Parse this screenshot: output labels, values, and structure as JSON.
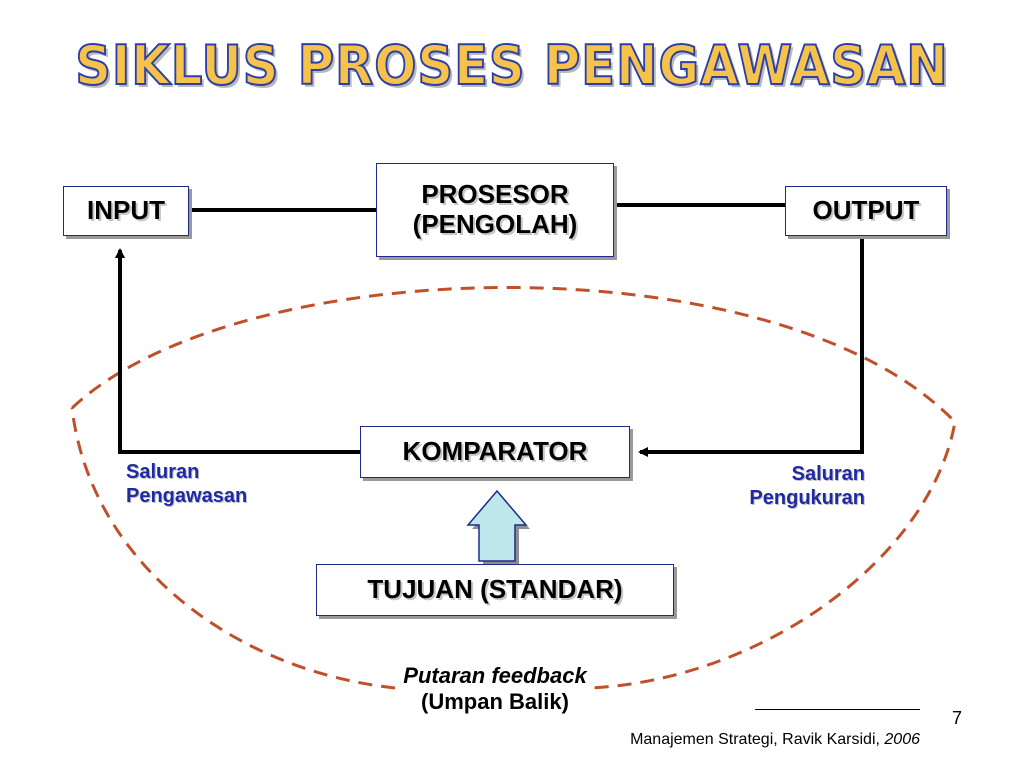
{
  "title": "SIKLUS PROSES PENGAWASAN",
  "nodes": {
    "input": "INPUT",
    "processor_line1": "PROSESOR",
    "processor_line2": "(PENGOLAH)",
    "output": "OUTPUT",
    "comparator": "KOMPARATOR",
    "goal": "TUJUAN (STANDAR)"
  },
  "labels": {
    "control_line1": "Saluran",
    "control_line2": "Pengawasan",
    "measure_line1": "Saluran",
    "measure_line2": "Pengukuran"
  },
  "feedback": {
    "line1": "Putaran feedback",
    "line2": "(Umpan Balik)"
  },
  "footer": {
    "source": "Manajemen Strategi, Ravik Karsidi,",
    "year": "2006",
    "page": "7"
  },
  "colors": {
    "title_fill": "#f7c24a",
    "title_outline": "#2a3fa8",
    "label_text": "#1f2aa3",
    "box_border": "#1e2a8a",
    "dashed_loop": "#c0502a",
    "arrow_fill": "#bde7ea"
  }
}
